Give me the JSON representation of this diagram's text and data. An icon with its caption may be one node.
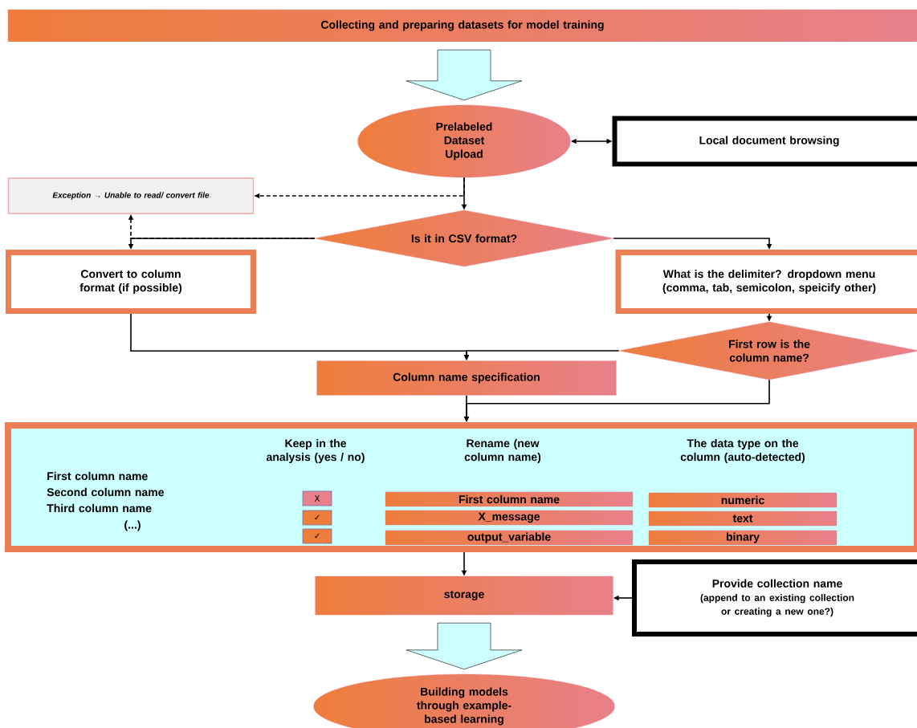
{
  "diagram": {
    "nodes": [
      {
        "text": [
          "Collecting and preparing datasets for model training"
        ]
      },
      {
        "text": [
          "Prelabeled Dataset Upload"
        ]
      },
      {
        "text": [
          "Local document browsing"
        ]
      },
      {
        "text": [
          "Exception → Unable to read/ convert file"
        ]
      },
      {
        "text": [
          "Is it in CSV format?"
        ]
      },
      {
        "text": [
          "Convert to column format (if possible)"
        ]
      },
      {
        "text": [
          "What is the delimiter? dropdown menu (comma, tab, semicolon, speicify other)"
        ]
      },
      {
        "text": [
          "First row is the column name?"
        ]
      },
      {
        "text": [
          "Column name specification"
        ]
      },
      {
        "text": [
          "Keep in the analysis (yes / no)",
          "Rename (new column name)",
          "The data type on the column (auto-detected)",
          "First column name",
          "Second column name",
          "Third column name",
          "(...)"
        ]
      },
      {
        "text": [
          "X"
        ],
        "in": 9
      },
      {
        "text": [
          "First column name"
        ],
        "in": 9
      },
      {
        "text": [
          "numeric"
        ],
        "in": 9
      },
      {
        "text": [
          "✓"
        ],
        "in": 9
      },
      {
        "text": [
          "X_message"
        ],
        "in": 9
      },
      {
        "text": [
          "text"
        ],
        "in": 9
      },
      {
        "text": [
          "✓"
        ],
        "in": 9
      },
      {
        "text": [
          "output_variable"
        ],
        "in": 9
      },
      {
        "text": [
          "binary"
        ],
        "in": 9
      },
      {
        "text": [
          "storage"
        ]
      },
      {
        "text": [
          "Provide collection name",
          "(append to an existing collection or creating a new one?)"
        ]
      },
      {
        "text": [
          "Building models through example-based learning"
        ]
      }
    ],
    "edges": [
      {
        "from": 0,
        "to": 1,
        "arrow": "to"
      },
      {
        "from": 1,
        "to": 2,
        "arrow": "both"
      },
      {
        "from": 1,
        "to": 4,
        "arrow": "to"
      },
      {
        "from": 1,
        "to": 3,
        "arrow": "to",
        "style": "dashed"
      },
      {
        "from": 4,
        "to": 5,
        "arrow": "to"
      },
      {
        "from": 4,
        "to": 3,
        "arrow": "to",
        "style": "dashed"
      },
      {
        "from": 4,
        "to": 6,
        "arrow": "to"
      },
      {
        "from": 6,
        "to": 7,
        "arrow": "to"
      },
      {
        "from": 5,
        "to": 8,
        "arrow": "to"
      },
      {
        "from": 7,
        "to": 8,
        "arrow": "to"
      },
      {
        "from": 7,
        "to": 9,
        "arrow": "to"
      },
      {
        "from": 8,
        "to": 9,
        "arrow": "to"
      },
      {
        "from": 9,
        "to": 19,
        "arrow": "to"
      },
      {
        "from": 20,
        "to": 19,
        "arrow": "to"
      },
      {
        "from": 19,
        "to": 21,
        "arrow": "to"
      }
    ]
  }
}
